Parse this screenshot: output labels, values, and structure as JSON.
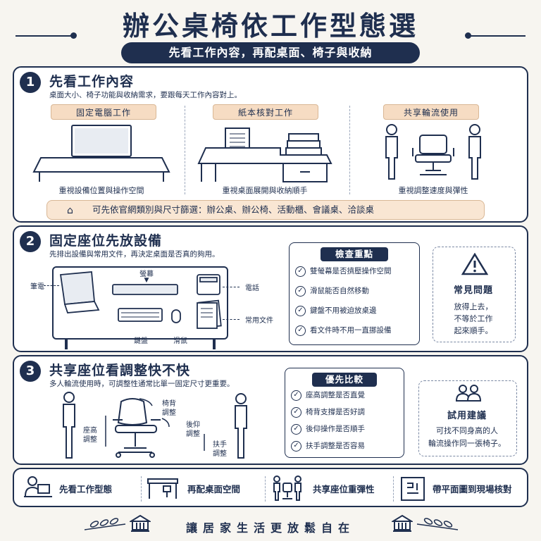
{
  "header": {
    "title": "辦公桌椅依工作型態選",
    "subtitle": "先看工作內容，再配桌面、椅子與收納"
  },
  "section1": {
    "number": "1",
    "title": "先看工作內容",
    "description": "桌面大小、椅子功能與收納需求，要跟每天工作內容對上。",
    "columns": [
      {
        "tag": "固定電腦工作",
        "caption": "重視設備位置與操作空間"
      },
      {
        "tag": "紙本核對工作",
        "caption": "重視桌面展開與收納順手"
      },
      {
        "tag": "共享輪流使用",
        "caption": "重視調整速度與彈性"
      }
    ],
    "hint": "可先依官網類別與尺寸篩選：辦公桌、辦公椅、活動櫃、會議桌、洽談桌"
  },
  "section2": {
    "number": "2",
    "title": "固定座位先放設備",
    "description": "先排出設備與常用文件，再決定桌面是否真的夠用。",
    "labels": {
      "laptop": "筆電",
      "monitor": "螢幕",
      "phone": "電話",
      "docs": "常用文件",
      "keyboard": "鍵盤",
      "mouse": "滑鼠"
    },
    "checklist": {
      "title": "檢查重點",
      "items": [
        "雙螢幕是否擠壓操作空間",
        "滑鼠能否自然移動",
        "鍵盤不用被迫放桌邊",
        "看文件時不用一直挪設備"
      ]
    },
    "note": {
      "title": "常見問題",
      "lines": [
        "放得上去，",
        "不等於工作",
        "起來順手。"
      ]
    }
  },
  "section3": {
    "number": "3",
    "title": "共享座位看調整快不快",
    "description": "多人輪流使用時，可調整性通常比單一固定尺寸更重要。",
    "labels": {
      "seat_height_1": "座高",
      "seat_height_2": "調整",
      "backrest_1": "椅背",
      "backrest_2": "調整",
      "recline_1": "後仰",
      "recline_2": "調整",
      "armrest_1": "扶手",
      "armrest_2": "調整"
    },
    "checklist": {
      "title": "優先比較",
      "items": [
        "座高調整是否直覺",
        "椅背支撐是否好調",
        "後仰操作是否順手",
        "扶手調整是否容易"
      ]
    },
    "note": {
      "title": "試用建議",
      "lines": [
        "可找不同身高的人",
        "輪流操作同一張椅子。"
      ]
    }
  },
  "summary": {
    "items": [
      "先看工作型態",
      "再配桌面空間",
      "共享座位重彈性",
      "帶平面圖到現場核對"
    ]
  },
  "footer": {
    "text": "讓居家生活更放鬆自在"
  }
}
